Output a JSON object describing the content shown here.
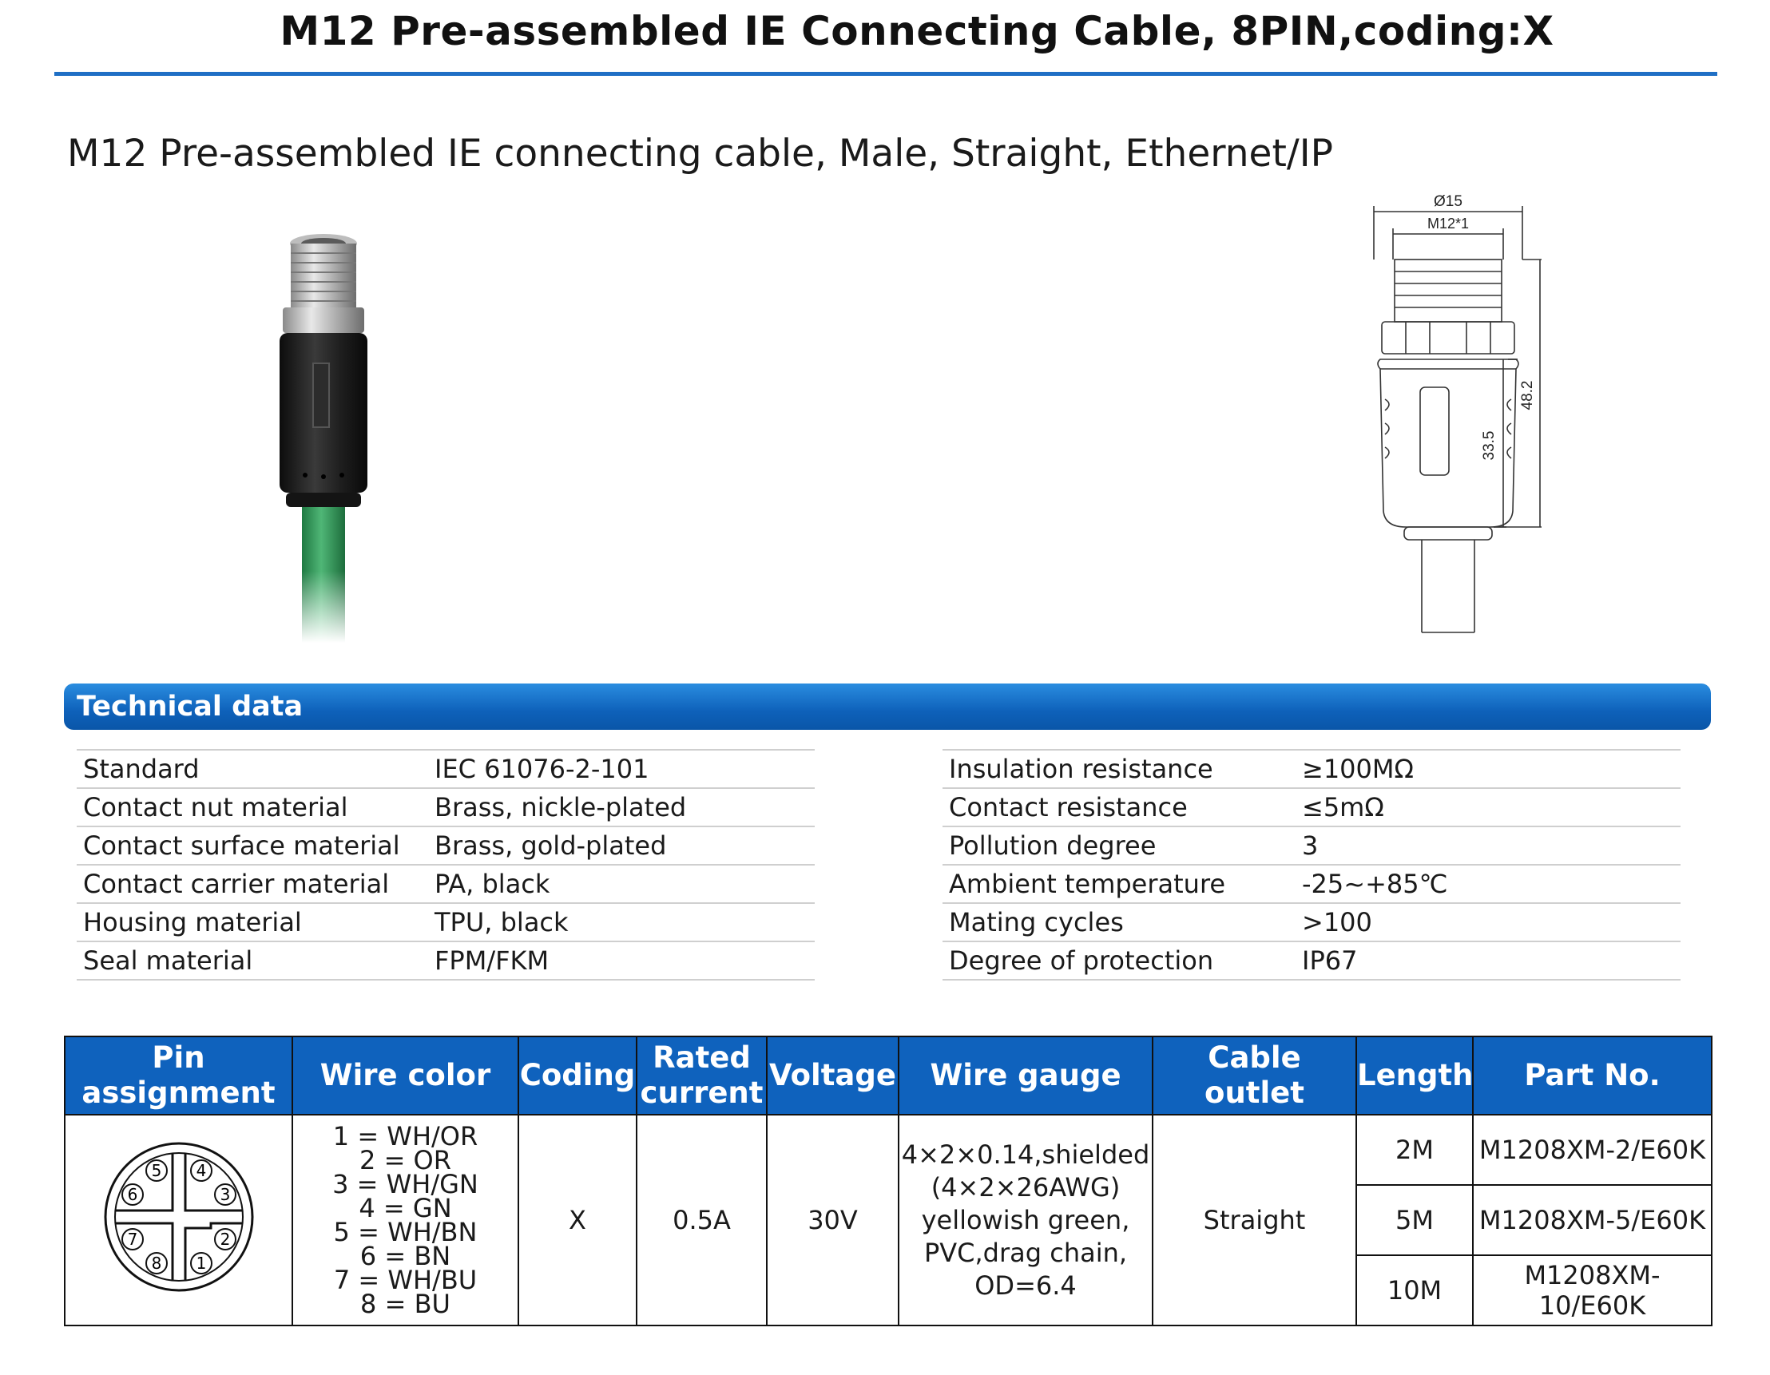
{
  "title": "M12 Pre-assembled IE Connecting Cable, 8PIN,coding:X",
  "subtitle": "M12 Pre-assembled IE connecting cable, Male, Straight,  Ethernet/IP",
  "drawing": {
    "diameter": "Ø15",
    "thread": "M12*1",
    "length_body": "33.5",
    "length_total": "48.2"
  },
  "section_title": "Technical data",
  "spec_left": [
    {
      "k": "Standard",
      "v": "IEC 61076-2-101"
    },
    {
      "k": "Contact nut material",
      "v": "Brass, nickle-plated"
    },
    {
      "k": "Contact surface material",
      "v": "Brass, gold-plated"
    },
    {
      "k": "Contact carrier material",
      "v": "PA, black"
    },
    {
      "k": "Housing material",
      "v": "TPU, black"
    },
    {
      "k": "Seal material",
      "v": "FPM/FKM"
    }
  ],
  "spec_right": [
    {
      "k": "Insulation resistance",
      "v": "≥100MΩ"
    },
    {
      "k": "Contact resistance",
      "v": "≤5mΩ"
    },
    {
      "k": "Pollution degree",
      "v": "3"
    },
    {
      "k": "Ambient temperature",
      "v": "-25~+85℃"
    },
    {
      "k": "Mating cycles",
      "v": ">100"
    },
    {
      "k": "Degree of protection",
      "v": "IP67"
    }
  ],
  "table": {
    "headers": {
      "pin": "Pin assignment",
      "wire": "Wire color",
      "coding": "Coding",
      "current_1": "Rated",
      "current_2": "current",
      "voltage": "Voltage",
      "gauge": "Wire gauge",
      "outlet": "Cable outlet",
      "length": "Length",
      "part": "Part No."
    },
    "pins": [
      "1",
      "2",
      "3",
      "4",
      "5",
      "6",
      "7",
      "8"
    ],
    "wire_colors": [
      "1 = WH/OR",
      "2 = OR",
      "3 = WH/GN",
      "4 = GN",
      "5 = WH/BN",
      "6 = BN",
      "7 = WH/BU",
      "8 = BU"
    ],
    "coding": "X",
    "current": "0.5A",
    "voltage": "30V",
    "gauge_lines": [
      "4×2×0.14,shielded",
      "(4×2×26AWG)",
      "yellowish green,",
      "PVC,drag chain,",
      "OD=6.4"
    ],
    "outlet": "Straight",
    "rows": [
      {
        "length": "2M",
        "part": "M1208XM-2/E60K"
      },
      {
        "length": "5M",
        "part": "M1208XM-5/E60K"
      },
      {
        "length": "10M",
        "part": "M1208XM-10/E60K"
      }
    ]
  },
  "colors": {
    "accent": "#0f62bd",
    "cable_green": "#2e9a5a",
    "housing": "#1b1b1b"
  }
}
